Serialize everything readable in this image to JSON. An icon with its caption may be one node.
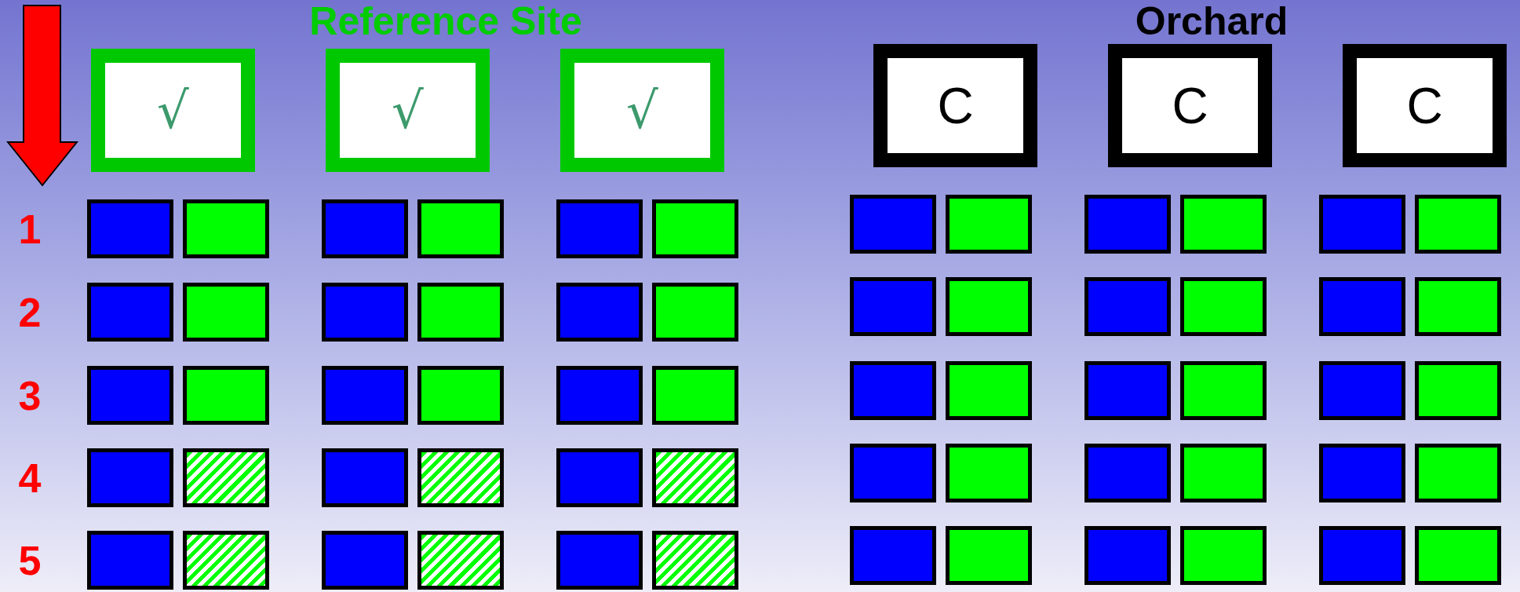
{
  "diagram": {
    "nodes": [
      {
        "text": [
          "√"
        ]
      },
      {
        "text": [
          "√"
        ]
      },
      {
        "text": [
          "√"
        ]
      },
      {
        "text": [
          "C"
        ]
      },
      {
        "text": [
          "C"
        ]
      },
      {
        "text": [
          "C"
        ]
      },
      {
        "text": [],
        "shape": "box"
      },
      {
        "text": [],
        "shape": "box"
      },
      {
        "text": [],
        "shape": "box"
      },
      {
        "text": [],
        "shape": "box"
      },
      {
        "text": [],
        "shape": "box"
      },
      {
        "text": [],
        "shape": "box"
      },
      {
        "text": [],
        "shape": "box"
      },
      {
        "text": [],
        "shape": "box"
      },
      {
        "text": [],
        "shape": "box"
      },
      {
        "text": [],
        "shape": "box"
      },
      {
        "text": [],
        "shape": "box"
      },
      {
        "text": [],
        "shape": "box"
      },
      {
        "text": [],
        "shape": "box"
      },
      {
        "text": [],
        "shape": "box"
      },
      {
        "text": [],
        "shape": "box"
      },
      {
        "text": [],
        "shape": "box"
      },
      {
        "text": [],
        "shape": "box"
      },
      {
        "text": [],
        "shape": "box"
      },
      {
        "text": [],
        "shape": "box"
      },
      {
        "text": [],
        "shape": "box"
      },
      {
        "text": [],
        "shape": "box"
      },
      {
        "text": [],
        "shape": "box"
      },
      {
        "text": [],
        "shape": "box"
      },
      {
        "text": [],
        "shape": "box"
      },
      {
        "text": [],
        "shape": "box"
      },
      {
        "text": [],
        "shape": "box"
      },
      {
        "text": [],
        "shape": "box"
      },
      {
        "text": [],
        "shape": "box"
      },
      {
        "text": [],
        "shape": "box"
      },
      {
        "text": [],
        "shape": "box"
      },
      {
        "text": [],
        "shape": "box"
      },
      {
        "text": [],
        "shape": "box"
      },
      {
        "text": [],
        "shape": "box"
      },
      {
        "text": [],
        "shape": "box"
      },
      {
        "text": [],
        "shape": "box"
      },
      {
        "text": [],
        "shape": "box"
      },
      {
        "text": [],
        "shape": "box"
      },
      {
        "text": [],
        "shape": "box"
      },
      {
        "text": [],
        "shape": "box"
      },
      {
        "text": [],
        "shape": "box"
      },
      {
        "text": [],
        "shape": "box"
      },
      {
        "text": [],
        "shape": "box"
      },
      {
        "text": [],
        "shape": "box"
      },
      {
        "text": [],
        "shape": "box"
      },
      {
        "text": [],
        "shape": "box"
      },
      {
        "text": [],
        "shape": "box"
      },
      {
        "text": [],
        "shape": "box"
      },
      {
        "text": [],
        "shape": "box"
      },
      {
        "text": [],
        "shape": "box"
      },
      {
        "text": [],
        "shape": "box"
      },
      {
        "text": [],
        "shape": "box"
      },
      {
        "text": [],
        "shape": "box"
      },
      {
        "text": [],
        "shape": "box"
      },
      {
        "text": [],
        "shape": "box"
      },
      {
        "text": [],
        "shape": "box"
      },
      {
        "text": [],
        "shape": "box"
      },
      {
        "text": [],
        "shape": "box"
      },
      {
        "text": [],
        "shape": "box"
      },
      {
        "text": [],
        "shape": "box"
      },
      {
        "text": [],
        "shape": "box"
      }
    ],
    "labels": [
      "Reference Site",
      "Orchard",
      "1",
      "2",
      "3",
      "4",
      "5"
    ]
  }
}
